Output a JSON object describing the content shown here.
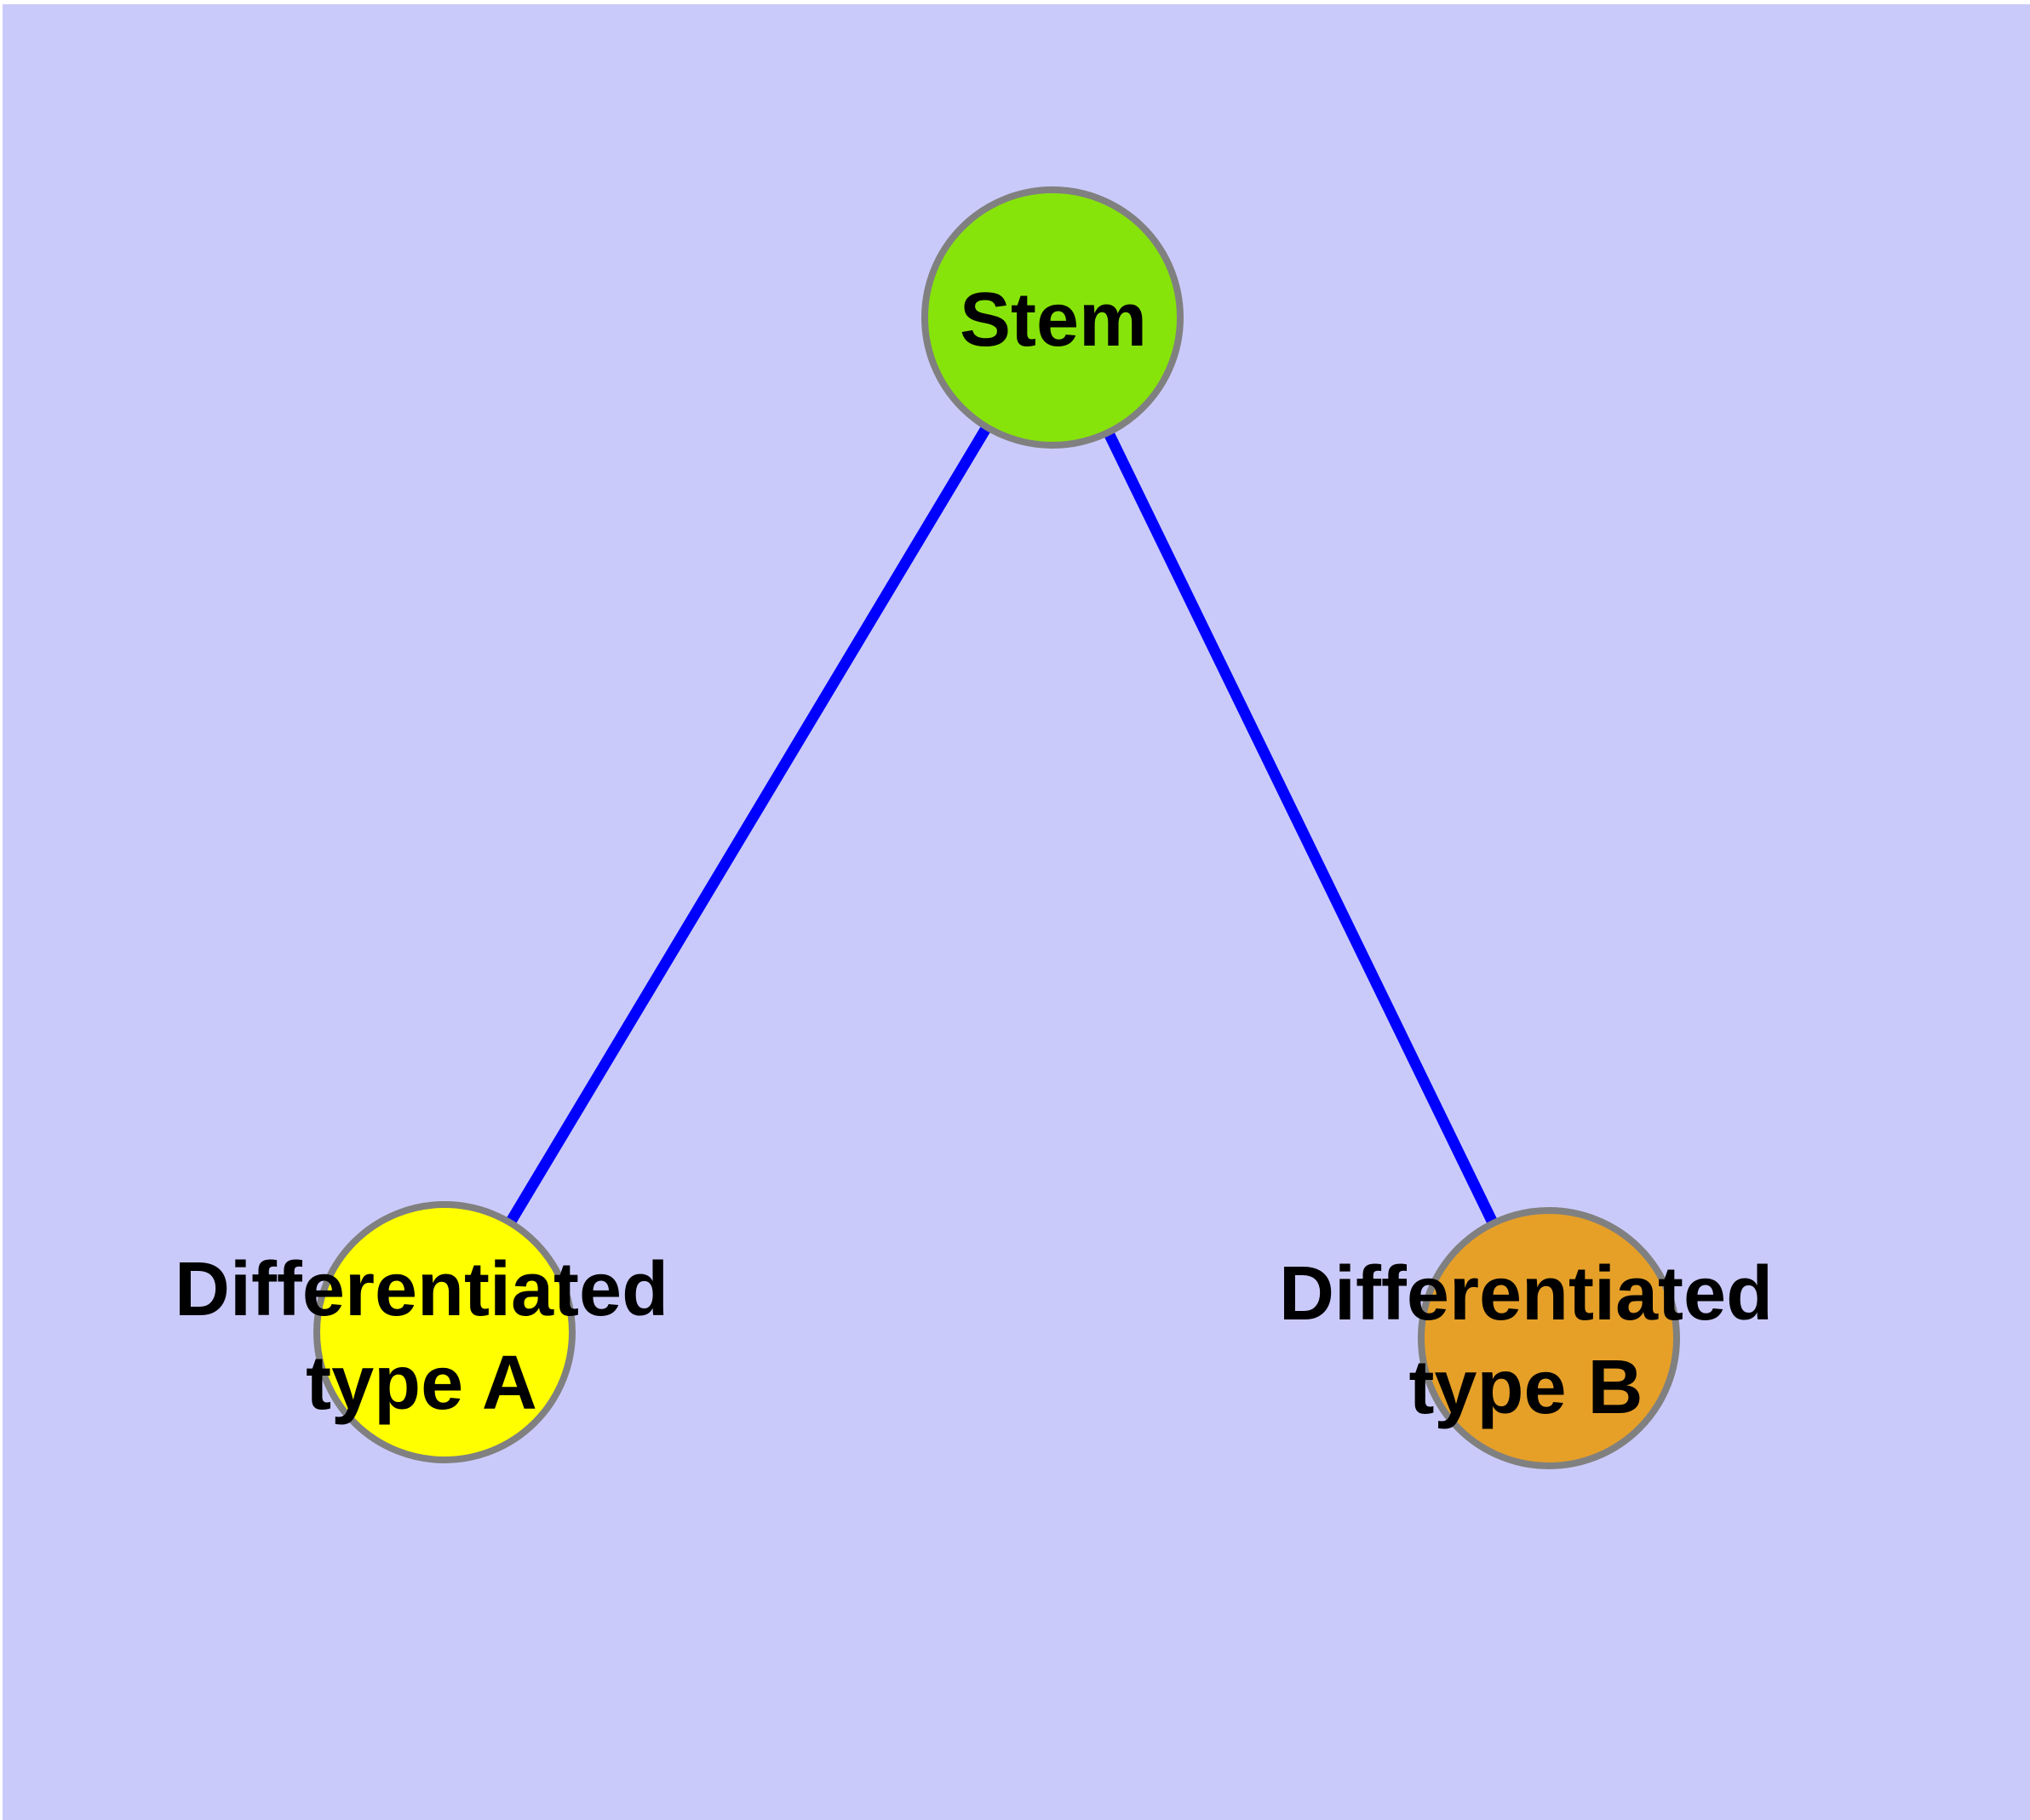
{
  "diagram": {
    "background_color": "#CACAFA",
    "page_margin_color": "#FFFFFF",
    "edge_color": "#0000FF",
    "node_border_color": "#808080",
    "text_color": "#000000",
    "nodes": [
      {
        "id": "stem",
        "label": "Stem",
        "fill_color": "#87E40A"
      },
      {
        "id": "differentiated-type-a",
        "label": "Differentiated\ntype A",
        "fill_color": "#FFFF00"
      },
      {
        "id": "differentiated-type-b",
        "label": "Differentiated\ntype B",
        "fill_color": "#E6A028"
      }
    ],
    "edges": [
      {
        "from": "Stem",
        "to": "Differentiated type A"
      },
      {
        "from": "Stem",
        "to": "Differentiated type B"
      }
    ]
  }
}
